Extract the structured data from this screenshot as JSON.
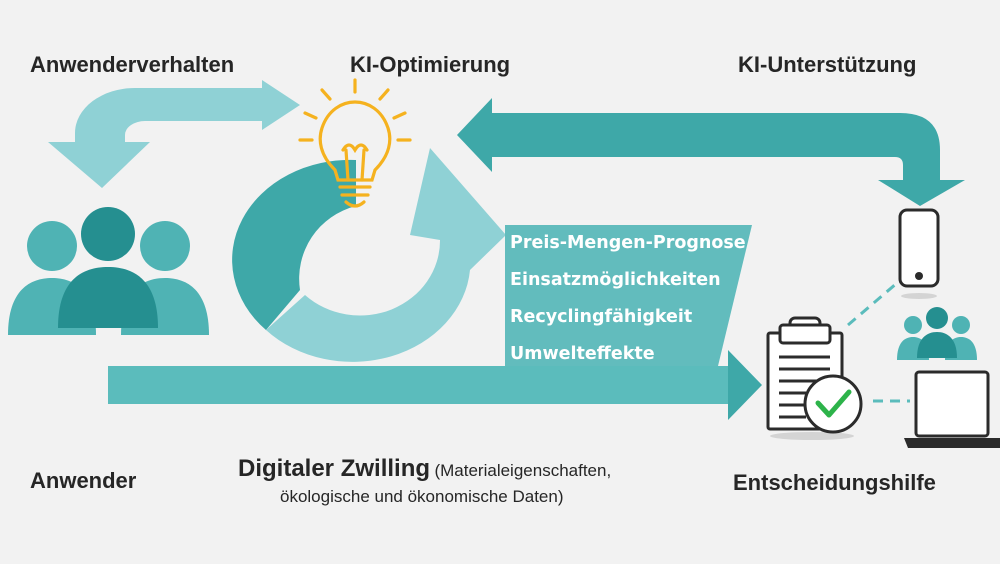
{
  "labels": {
    "anwenderverhalten": "Anwenderverhalten",
    "ki_optimierung": "KI-Optimierung",
    "ki_unterstuetzung": "KI-Unterstützung",
    "anwender": "Anwender",
    "entscheidungshilfe": "Entscheidungshilfe",
    "digitaler_zwilling": "Digitaler Zwilling",
    "digitaler_zwilling_note_line1": "(Materialeigenschaften,",
    "digitaler_zwilling_note_line2": "ökologische und ökonomische Daten)"
  },
  "features": [
    "Preis-Mengen-Prognose",
    "Einsatzmöglichkeiten",
    "Recyclingfähigkeit",
    "Umwelteffekte"
  ],
  "colors": {
    "teal_dark": "#3ea8a8",
    "teal_mid": "#5bbcbc",
    "teal_light": "#8fd1d5",
    "bulb": "#f5b21f",
    "check": "#2db34a",
    "icon_dark": "#2b2b2b",
    "text": "#262626"
  },
  "icons": [
    "lightbulb-icon",
    "users-group-icon",
    "smartphone-icon",
    "clipboard-check-icon",
    "laptop-icon"
  ]
}
